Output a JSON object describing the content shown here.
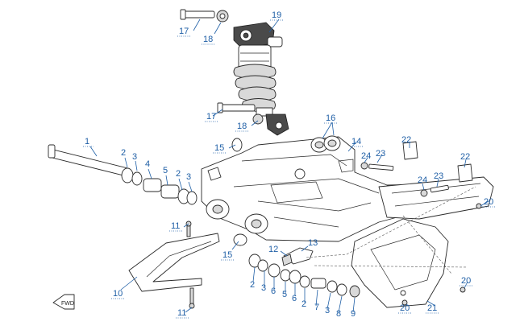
{
  "diagram": {
    "callouts": [
      {
        "id": "c1",
        "label": "1"
      },
      {
        "id": "c2a",
        "label": "2"
      },
      {
        "id": "c3a",
        "label": "3"
      },
      {
        "id": "c4",
        "label": "4"
      },
      {
        "id": "c5a",
        "label": "5"
      },
      {
        "id": "c2b",
        "label": "2"
      },
      {
        "id": "c3b",
        "label": "3"
      },
      {
        "id": "c10",
        "label": "10"
      },
      {
        "id": "c11a",
        "label": "11"
      },
      {
        "id": "c11b",
        "label": "11"
      },
      {
        "id": "c12",
        "label": "12"
      },
      {
        "id": "c13",
        "label": "13"
      },
      {
        "id": "c14",
        "label": "14"
      },
      {
        "id": "c15a",
        "label": "15"
      },
      {
        "id": "c15b",
        "label": "15"
      },
      {
        "id": "c16",
        "label": "16"
      },
      {
        "id": "c17a",
        "label": "17"
      },
      {
        "id": "c17b",
        "label": "17"
      },
      {
        "id": "c18a",
        "label": "18"
      },
      {
        "id": "c18b",
        "label": "18"
      },
      {
        "id": "c19",
        "label": "19"
      },
      {
        "id": "c20a",
        "label": "20"
      },
      {
        "id": "c20b",
        "label": "20"
      },
      {
        "id": "c20c",
        "label": "20"
      },
      {
        "id": "c21",
        "label": "21"
      },
      {
        "id": "c22a",
        "label": "22"
      },
      {
        "id": "c22b",
        "label": "22"
      },
      {
        "id": "c23a",
        "label": "23"
      },
      {
        "id": "c23b",
        "label": "23"
      },
      {
        "id": "c24a",
        "label": "24"
      },
      {
        "id": "c24b",
        "label": "24"
      },
      {
        "id": "c2c",
        "label": "2"
      },
      {
        "id": "c3c",
        "label": "3"
      },
      {
        "id": "c6a",
        "label": "6"
      },
      {
        "id": "c5b",
        "label": "5"
      },
      {
        "id": "c6b",
        "label": "6"
      },
      {
        "id": "c2d",
        "label": "2"
      },
      {
        "id": "c7",
        "label": "7"
      },
      {
        "id": "c3d",
        "label": "3"
      },
      {
        "id": "c8",
        "label": "8"
      },
      {
        "id": "c9",
        "label": "9"
      }
    ],
    "fwd_label": "FWD"
  }
}
